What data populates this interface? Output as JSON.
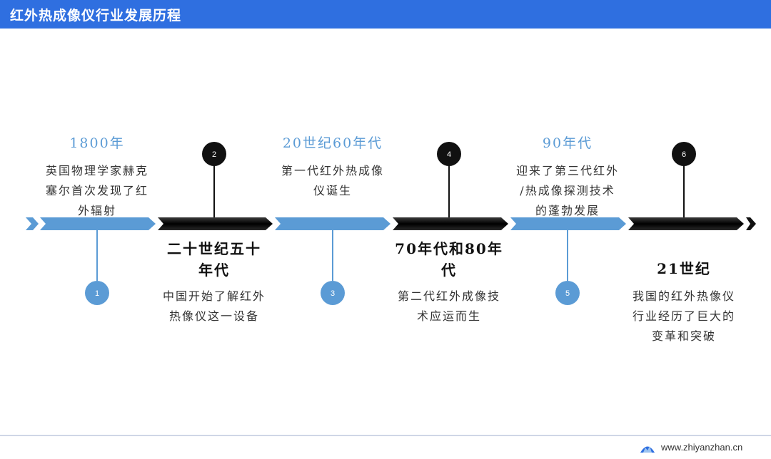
{
  "header": {
    "title": "红外热成像仪行业发展历程"
  },
  "milestones": [
    {
      "number": "1",
      "year": "1800年",
      "desc_lines": [
        "英国物理学家赫克",
        "塞尔首次发现了红",
        "外辐射"
      ]
    },
    {
      "number": "2",
      "year_lines": [
        "二十世纪五十",
        "年代"
      ],
      "desc_lines": [
        "中国开始了解红外",
        "热像仪这一设备"
      ]
    },
    {
      "number": "3",
      "year": "20世纪60年代",
      "desc_lines": [
        "第一代红外热成像",
        "仪诞生"
      ]
    },
    {
      "number": "4",
      "year_lines": [
        "70年代和80年",
        "代"
      ],
      "desc_lines": [
        "第二代红外成像技",
        "术应运而生"
      ]
    },
    {
      "number": "5",
      "year": "90年代",
      "desc_lines": [
        "迎来了第三代红外",
        "/热成像探测技术",
        "的蓬勃发展"
      ]
    },
    {
      "number": "6",
      "year_lines": [
        "21世纪"
      ],
      "desc_lines": [
        "我国的红外热像仪",
        "行业经历了巨大的",
        "变革和突破"
      ]
    }
  ],
  "footer": {
    "url": "www.zhiyanzhan.cn"
  },
  "colors": {
    "header": "#2f6fe0",
    "blue": "#5b9bd5",
    "black": "#111111"
  }
}
